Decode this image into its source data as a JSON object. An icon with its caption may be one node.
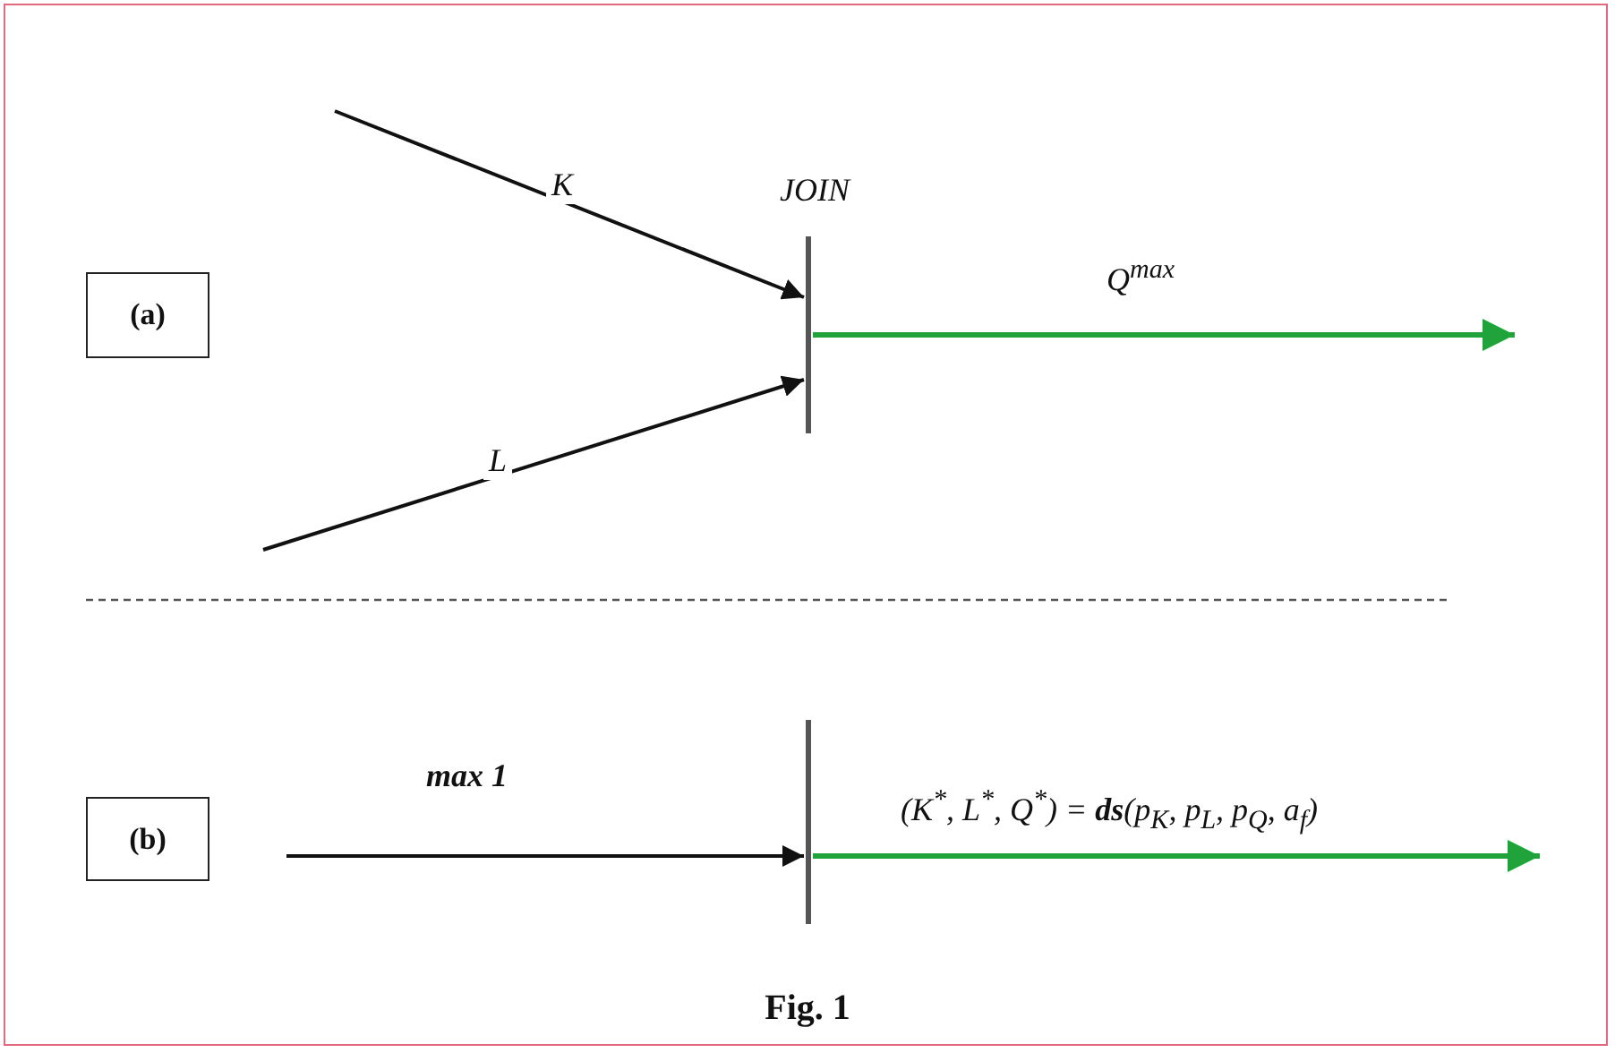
{
  "diagram": {
    "caption": "Fig. 1",
    "nodes": [
      {
        "text": [
          "(a)"
        ]
      },
      {
        "text": [
          "JOIN"
        ]
      },
      {
        "text": [
          "(b)"
        ]
      },
      {
        "text": [],
        "shape": "bar"
      }
    ],
    "edges": [
      {
        "from": null,
        "to": 1,
        "arrow": "to",
        "label": "K"
      },
      {
        "from": null,
        "to": 1,
        "arrow": "to",
        "label": "L"
      },
      {
        "from": 1,
        "to": null,
        "arrow": "to",
        "label": "Q$^{max}$",
        "color": "#1fa33a"
      },
      {
        "from": null,
        "to": 3,
        "arrow": "to",
        "label": "max 1"
      },
      {
        "from": 3,
        "to": null,
        "arrow": "to",
        "label": "(K$^{*}$, L$^{*}$, Q$^{*}$) = **ds**(p$_{K}$, p$_{L}$, p$_{Q}$, a$_{f}$)",
        "color": "#1fa33a"
      }
    ]
  }
}
